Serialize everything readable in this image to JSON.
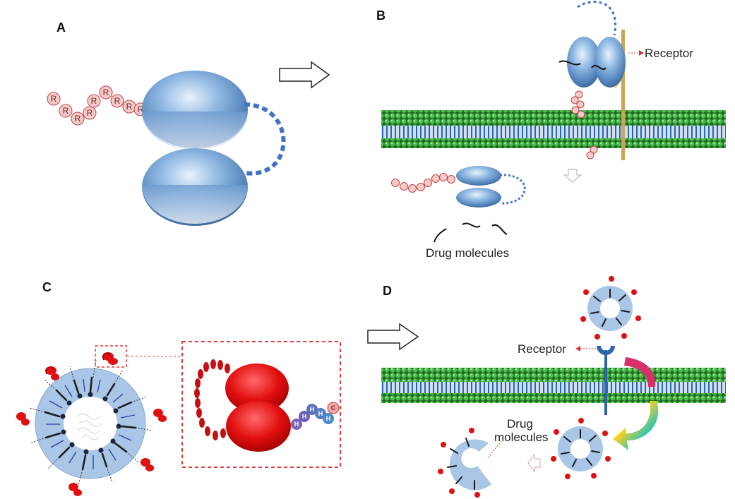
{
  "panels": {
    "a": {
      "label": "A"
    },
    "b": {
      "label": "B",
      "receptor_label": "Receptor",
      "drug_label": "Drug molecules"
    },
    "c": {
      "label": "C"
    },
    "d": {
      "label": "D",
      "receptor_label": "Receptor",
      "drug_label_line1": "Drug",
      "drug_label_line2": "molecules"
    }
  },
  "peptide": {
    "residue_letter": "R",
    "residue_count": 8
  },
  "tag": {
    "h_letter": "H",
    "c_letter": "C"
  },
  "colors": {
    "lobe_blue": "#6f9fd0",
    "linker_blue": "#3e73c7",
    "arginine_fill": "#f7c9c9",
    "membrane_head": "#3a9a3a",
    "membrane_tail": "#2f64a8",
    "micelle_blue": "#a9c6e6",
    "red_protein": "#e01010",
    "his_tag": "#7a63b5",
    "dashed_red": "#e23b3b"
  }
}
